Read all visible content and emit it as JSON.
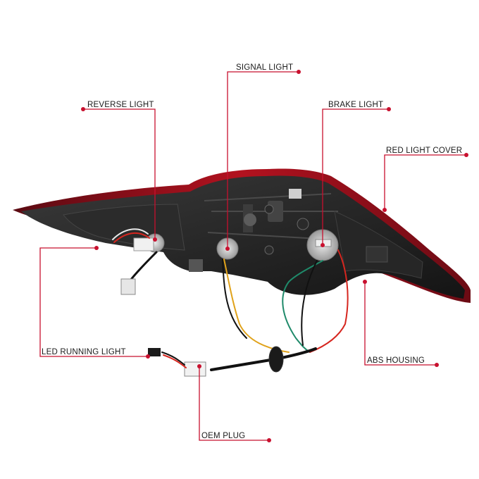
{
  "callouts": {
    "signal_light": "SIGNAL LIGHT",
    "reverse_light": "REVERSE LIGHT",
    "brake_light": "BRAKE LIGHT",
    "red_light_cover": "RED LIGHT COVER",
    "led_running_light": "LED RUNNING LIGHT",
    "abs_housing": "ABS HOUSING",
    "oem_plug": "OEM PLUG"
  },
  "colors": {
    "leader_line": "#c8102e",
    "label_text": "#1a1a1a",
    "housing_dark": "#1e1e1e",
    "lens_red": "#a3101c"
  }
}
